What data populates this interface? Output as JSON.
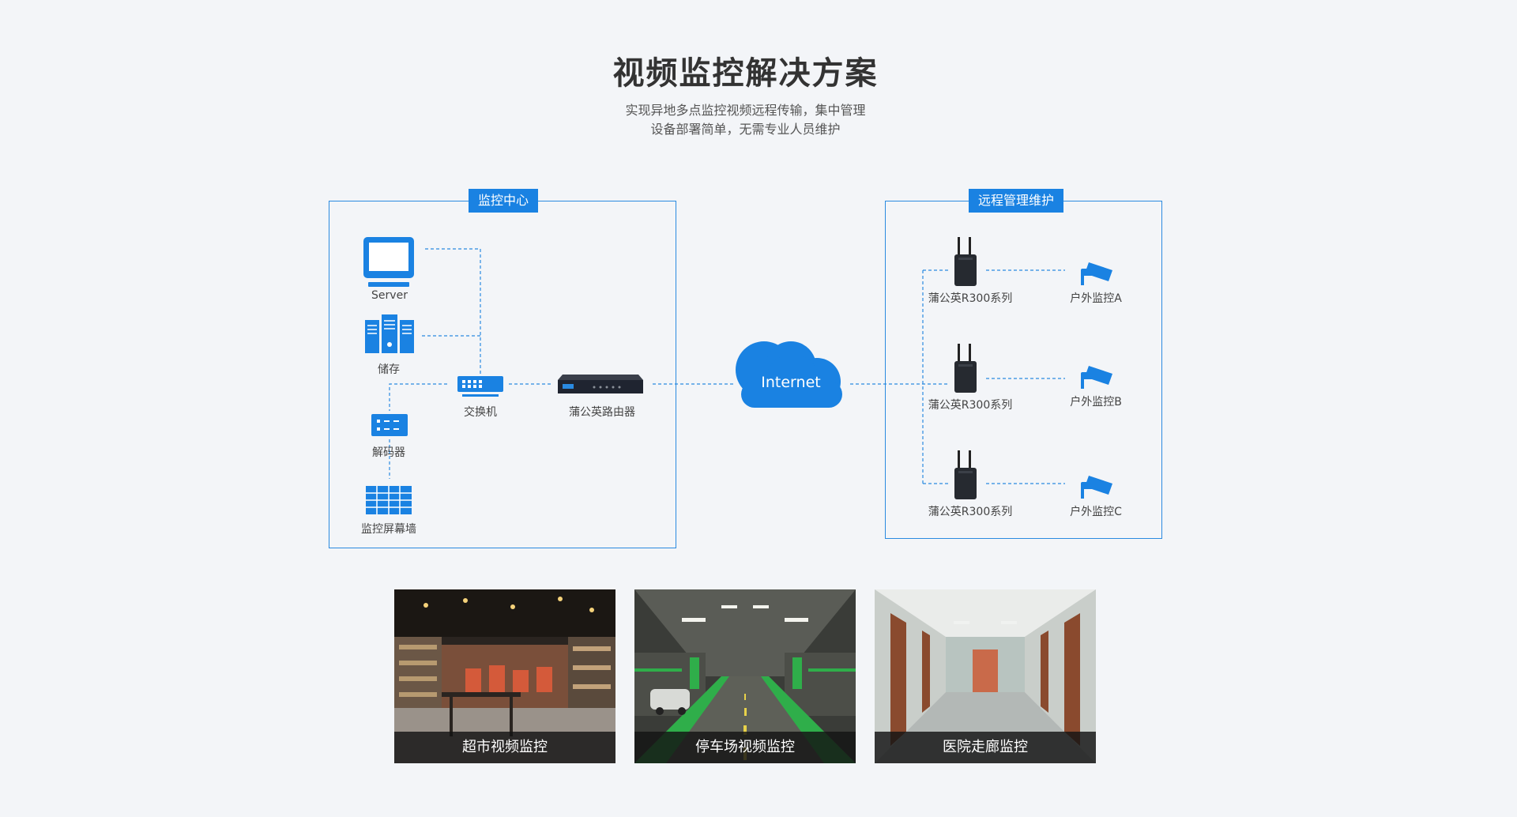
{
  "header": {
    "title": "视频监控解决方案",
    "subtitle_line1": "实现异地多点监控视频远程传输，集中管理",
    "subtitle_line2": "设备部署简单，无需专业人员维护"
  },
  "left_panel": {
    "label": "监控中心",
    "nodes": {
      "server": "Server",
      "storage": "储存",
      "switch": "交换机",
      "router": "蒲公英路由器",
      "decoder": "解码器",
      "video_wall": "监控屏幕墙"
    }
  },
  "cloud": {
    "label": "Internet"
  },
  "right_panel": {
    "label": "远程管理维护",
    "rows": [
      {
        "router": "蒲公英R300系列",
        "camera": "户外监控A"
      },
      {
        "router": "蒲公英R300系列",
        "camera": "户外监控B"
      },
      {
        "router": "蒲公英R300系列",
        "camera": "户外监控C"
      }
    ]
  },
  "scenes": [
    {
      "caption": "超市视频监控"
    },
    {
      "caption": "停车场视频监控"
    },
    {
      "caption": "医院走廊监控"
    }
  ],
  "colors": {
    "accent": "#1a82e2",
    "line": "#2a8ae0",
    "background": "#f3f5f8"
  }
}
